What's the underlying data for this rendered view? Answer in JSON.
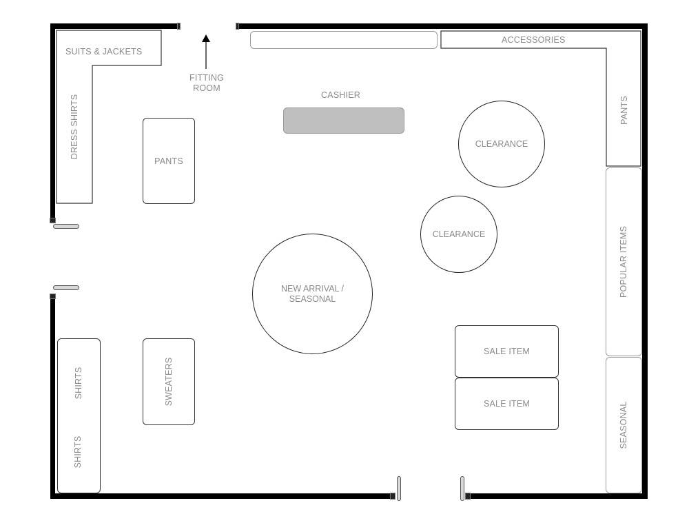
{
  "floor_plan": {
    "fitting_room": {
      "line1": "FITTING",
      "line2": "ROOM"
    },
    "fixtures": {
      "suits_jackets": "SUITS & JACKETS",
      "dress_shirts": "DRESS SHIRTS",
      "pants_left": "PANTS",
      "cashier": "CASHIER",
      "accessories": "ACCESSORIES",
      "pants_right": "PANTS",
      "clearance_1": "CLEARANCE",
      "clearance_2": "CLEARANCE",
      "popular_items": "POPULAR  ITEMS",
      "new_arrival_line1": "NEW ARRIVAL /",
      "new_arrival_line2": "SEASONAL",
      "sale_item_1": "SALE ITEM",
      "sale_item_2": "SALE ITEM",
      "seasonal": "SEASONAL",
      "shirts_1": "SHIRTS",
      "shirts_2": "SHIRTS",
      "sweaters": "SWEATERS"
    },
    "colors": {
      "wall": "#000000",
      "cashier_fill": "#bfbfbf",
      "door_fill": "#d8d8d8",
      "label": "#8a8a8a"
    }
  }
}
